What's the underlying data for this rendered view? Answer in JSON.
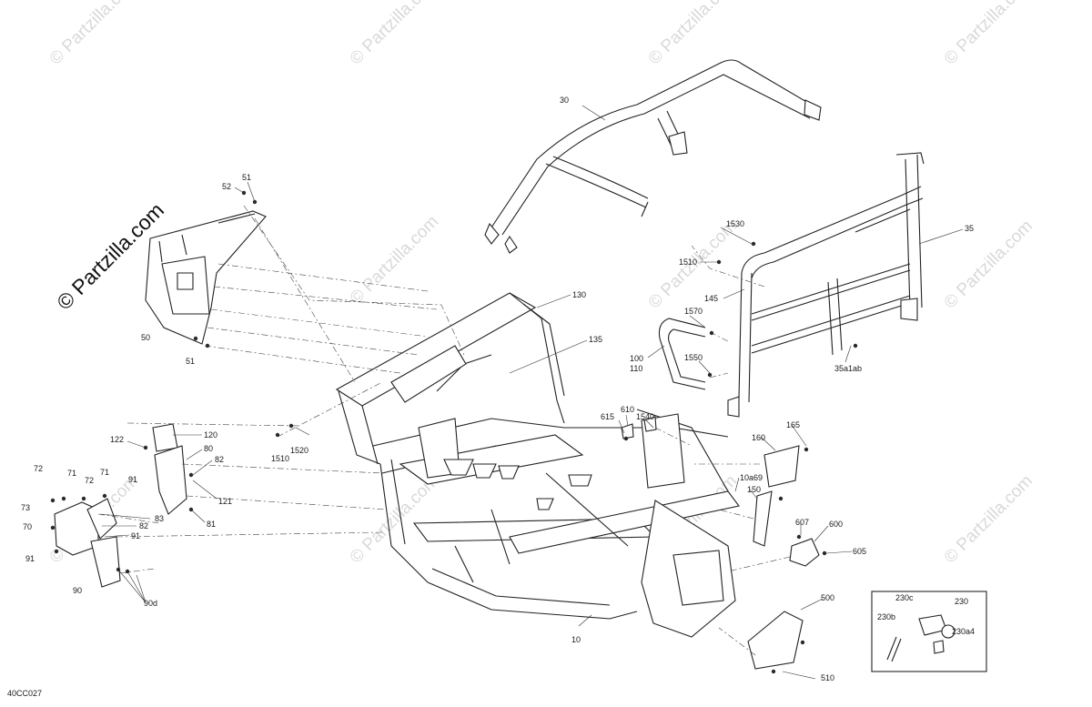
{
  "watermark": {
    "brand_text": "© Partzilla.com",
    "repeat_text": "© Partzilla.com"
  },
  "diagram_code": "40CC027",
  "callouts": {
    "c30": "30",
    "c35": "35",
    "c35a1ab": "35a1ab",
    "c1530": "1530",
    "c1510": "1510",
    "c145": "145",
    "c1570": "1570",
    "c100": "100",
    "c110": "110",
    "c1550": "1550",
    "c130": "130",
    "c135": "135",
    "c51_top": "51",
    "c52": "52",
    "c50": "50",
    "c51_bot": "51",
    "c1540": "1540",
    "c610": "610",
    "c615": "615",
    "c1520": "1520",
    "c1510b": "1510",
    "c120": "120",
    "c122": "122",
    "c80": "80",
    "c82a": "82",
    "c121": "121",
    "c81": "81",
    "c72a": "72",
    "c71a": "71",
    "c72b": "72",
    "c71b": "71",
    "c91a": "91",
    "c73": "73",
    "c70": "70",
    "c82b": "82",
    "c83": "83",
    "c91b": "91",
    "c91c": "91",
    "c90": "90",
    "c90d": "90d",
    "c165": "165",
    "c160": "160",
    "c10a69": "10a69",
    "c150": "150",
    "c607": "607",
    "c600": "600",
    "c605": "605",
    "c500": "500",
    "c510": "510",
    "c10": "10",
    "c230c": "230c",
    "c230": "230",
    "c230b": "230b",
    "c230a4": "230a4"
  },
  "colors": {
    "line": "#222222",
    "watermark": "#d9d9d9",
    "background": "#ffffff"
  }
}
